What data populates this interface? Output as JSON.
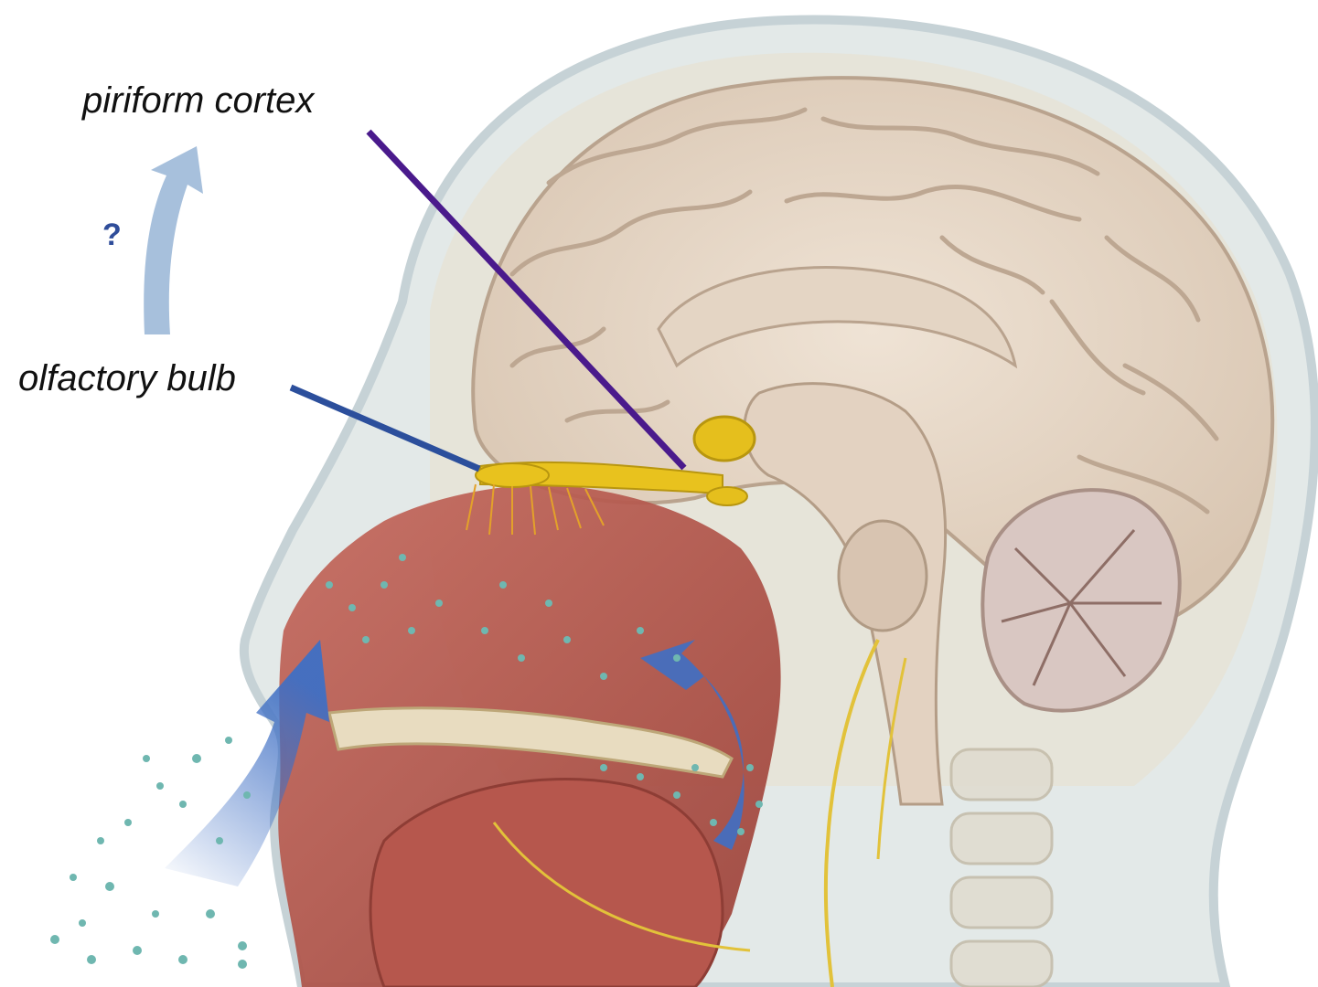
{
  "labels": {
    "piriform_cortex": "piriform cortex",
    "olfactory_bulb": "olfactory bulb",
    "question_mark": "?"
  },
  "colors": {
    "piriform_leader": "#4a1a8c",
    "bulb_leader": "#2c4f9c",
    "pathway_arrow": "#a7c0dc",
    "airflow_arrow": "#3f6fc4",
    "odorant": "#6fb7b0",
    "olfactory_structure": "#e8c21e",
    "brain": "#e9d9c9",
    "nasal_tissue": "#b8524a",
    "skin": "#dfe5e4"
  },
  "icons": {
    "pathway": "up-arrow-curved",
    "airflow": "inhale-arrow",
    "retronasal": "retronasal-arrow"
  }
}
